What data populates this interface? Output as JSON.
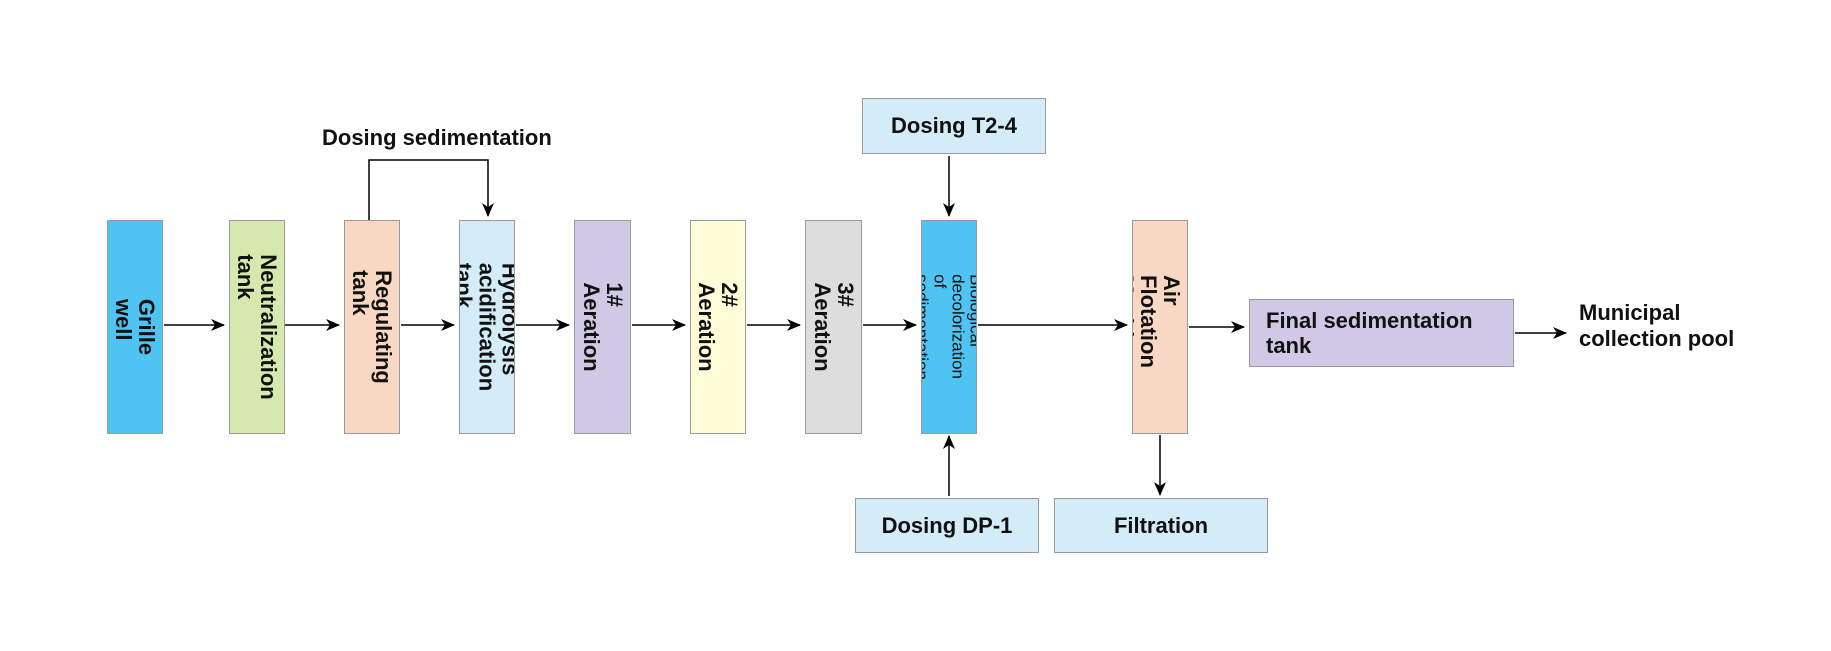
{
  "diagram": {
    "process_boxes": {
      "grille_well": {
        "label": "Grille well",
        "color": "#4FC3F2"
      },
      "neutralization_tank": {
        "label": "Neutralization\ntank",
        "color": "#D6E8AE"
      },
      "regulating_tank": {
        "label": "Regulating tank",
        "color": "#F8D8C2"
      },
      "hydrolysis_tank": {
        "label": "Hydrolysis\nacidification tank",
        "color": "#D4EBF8"
      },
      "aeration_1": {
        "label": "1# Aeration",
        "color": "#D0C9E6"
      },
      "aeration_2": {
        "label": "2# Aeration",
        "color": "#FFFDD8"
      },
      "aeration_3": {
        "label": "3# Aeration",
        "color": "#DDDDDD"
      },
      "bio_decolorization": {
        "label": "Biological decolorization\nof sedimentation",
        "color": "#4FC3F2"
      },
      "dissolved_air_flotation": {
        "label": "Dissolved Air\nFlotation Machine",
        "color": "#F8D8C2"
      },
      "final_sedimentation": {
        "label": "Final sedimentation\ntank",
        "color": "#D0C9E6"
      }
    },
    "dosing_boxes": {
      "dosing_t2_4": {
        "label": "Dosing T2-4",
        "color": "#D4EBF8"
      },
      "dosing_dp_1": {
        "label": "Dosing DP-1",
        "color": "#D4EBF8"
      },
      "filtration": {
        "label": "Filtration",
        "color": "#D4EBF8"
      }
    },
    "labels": {
      "dosing_sedimentation": "Dosing sedimentation",
      "municipal_pool": "Municipal\ncollection pool"
    },
    "colors": {
      "border": "#9a9a9a",
      "arrow": "#000000",
      "text": "#111111"
    }
  }
}
